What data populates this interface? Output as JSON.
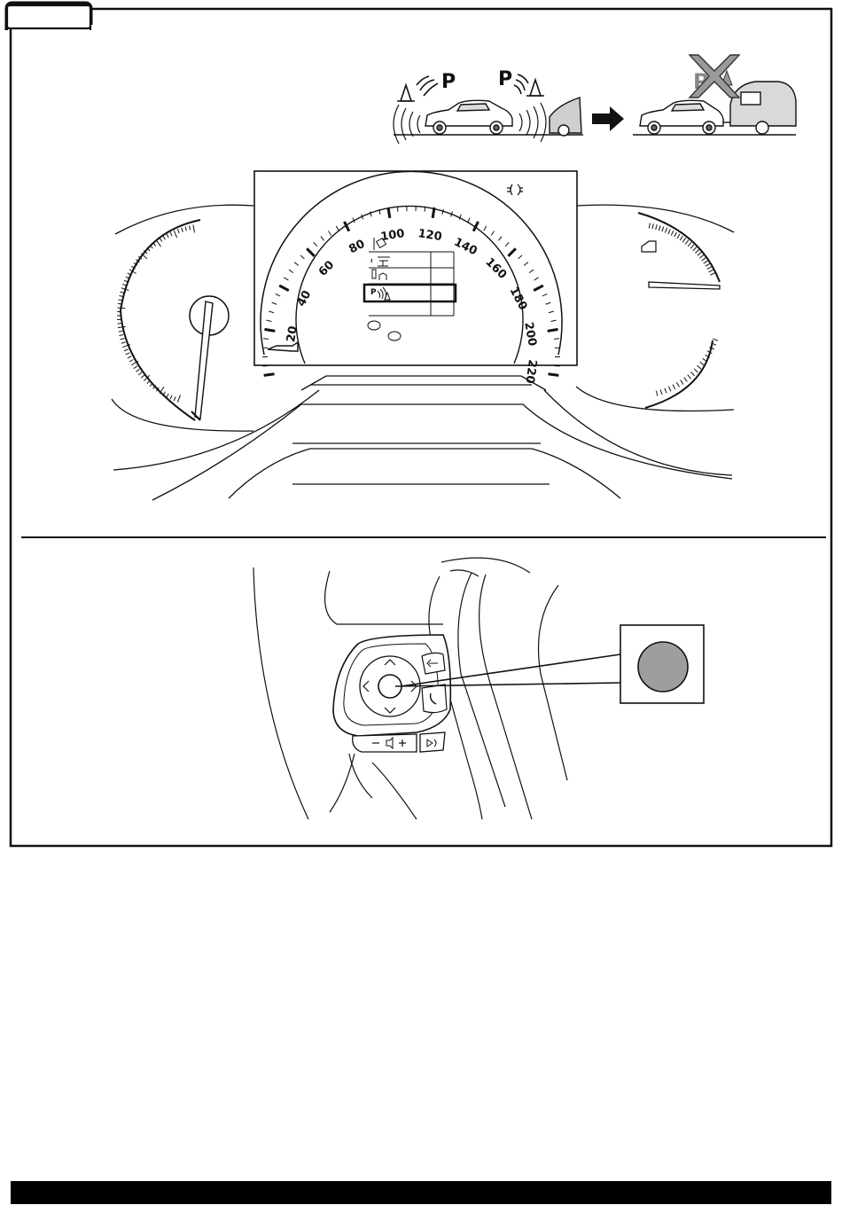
{
  "speedometer": {
    "scale_labels": [
      "20",
      "40",
      "60",
      "80",
      "100",
      "120",
      "140",
      "160",
      "180",
      "200",
      "220"
    ]
  },
  "parking_illustration": {
    "sign_letter": "P"
  },
  "icons": {
    "tab": "tab-icon",
    "arrow": "right-arrow-icon",
    "prohibited": "x-mark-icon",
    "headlight": "headlight-icon",
    "door": "door-ajar-icon",
    "menu_item_1": "sensor-icon",
    "menu_item_2": "driver-assist-icon",
    "menu_item_3": "seat-icon",
    "menu_item_4": "parking-sensor-icon",
    "select_button": "ok-button-icon",
    "back_button": "back-icon",
    "phone_button": "phone-icon",
    "voice_button": "voice-icon",
    "volume_button": "volume-icon"
  },
  "colors": {
    "line": "#111111",
    "button_fill": "#9e9e9e",
    "trailer_fill": "#d9d9d9",
    "footer_bar": "#000000"
  }
}
